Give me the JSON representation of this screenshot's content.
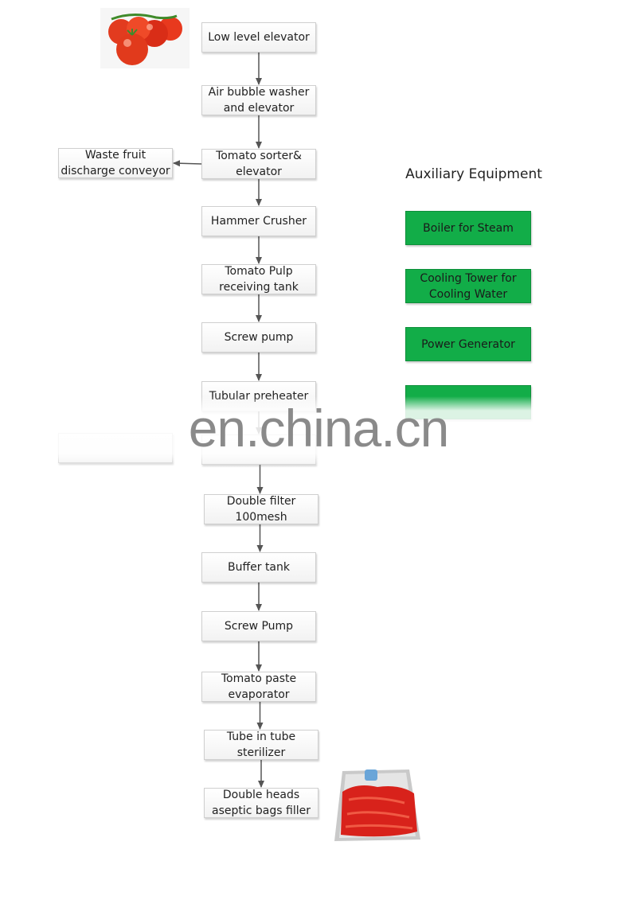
{
  "steps": [
    {
      "id": "low-level-elevator",
      "label": "Low level elevator"
    },
    {
      "id": "air-bubble-washer",
      "label": "Air bubble washer\nand elevator"
    },
    {
      "id": "tomato-sorter",
      "label": "Tomato sorter&\nelevator"
    },
    {
      "id": "hammer-crusher",
      "label": "Hammer Crusher"
    },
    {
      "id": "pulp-receiving-tank",
      "label": "Tomato Pulp\nreceiving  tank"
    },
    {
      "id": "screw-pump-1",
      "label": "Screw pump"
    },
    {
      "id": "tubular-preheater",
      "label": "Tubular preheater"
    },
    {
      "id": "hidden-step",
      "label": ""
    },
    {
      "id": "double-filter",
      "label": "Double filter\n100mesh"
    },
    {
      "id": "buffer-tank",
      "label": "Buffer tank"
    },
    {
      "id": "screw-pump-2",
      "label": "Screw Pump"
    },
    {
      "id": "paste-evaporator",
      "label": "Tomato paste\nevaporator"
    },
    {
      "id": "tube-sterilizer",
      "label": "Tube in tube\nsterilizer"
    },
    {
      "id": "aseptic-filler",
      "label": "Double heads\naseptic bags filler"
    }
  ],
  "side_steps": [
    {
      "id": "waste-fruit-conveyor",
      "label": "Waste fruit\ndischarge conveyor"
    },
    {
      "id": "hidden-side-step",
      "label": ""
    }
  ],
  "auxiliary": {
    "title": "Auxiliary Equipment",
    "items": [
      {
        "id": "boiler",
        "label": "Boiler for Steam"
      },
      {
        "id": "cooling-tower",
        "label": "Cooling Tower for\nCooling Water"
      },
      {
        "id": "power-generator",
        "label": "Power Generator"
      },
      {
        "id": "hidden-aux",
        "label": ""
      }
    ],
    "color": "#12ad48"
  },
  "watermark": "en.china.cn",
  "images": [
    {
      "id": "tomatoes",
      "icon": "tomato-photo"
    },
    {
      "id": "paste-bag",
      "icon": "tomato-paste-bag-photo"
    }
  ]
}
